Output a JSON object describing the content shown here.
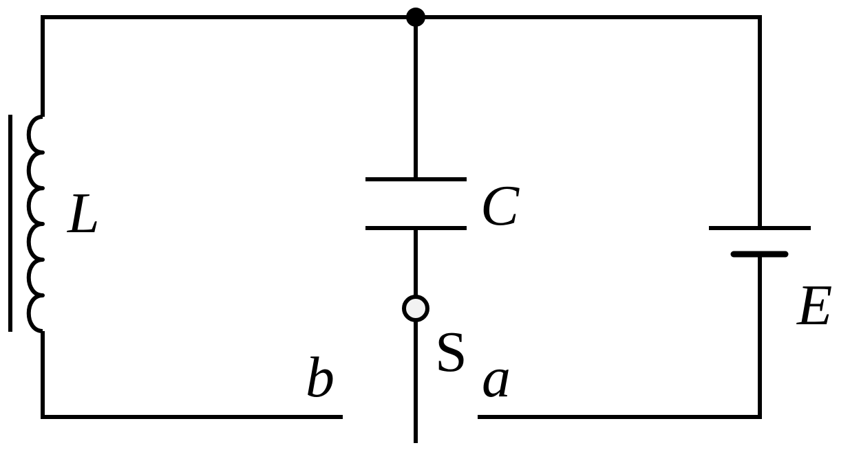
{
  "diagram": {
    "type": "LC circuit with switch",
    "labels": {
      "inductor": "L",
      "capacitor": "C",
      "source": "E",
      "switch": "S",
      "contact_a": "a",
      "contact_b": "b"
    }
  }
}
